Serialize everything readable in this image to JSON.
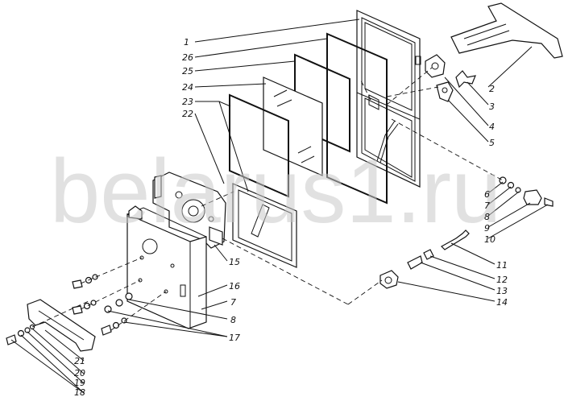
{
  "watermark": "belarus1.ru",
  "callouts": [
    "1",
    "26",
    "25",
    "24",
    "23",
    "22",
    "2",
    "3",
    "4",
    "5",
    "6",
    "7",
    "8",
    "9",
    "10",
    "11",
    "12",
    "13",
    "14",
    "15",
    "16",
    "7",
    "8",
    "17",
    "21",
    "20",
    "19",
    "18"
  ]
}
